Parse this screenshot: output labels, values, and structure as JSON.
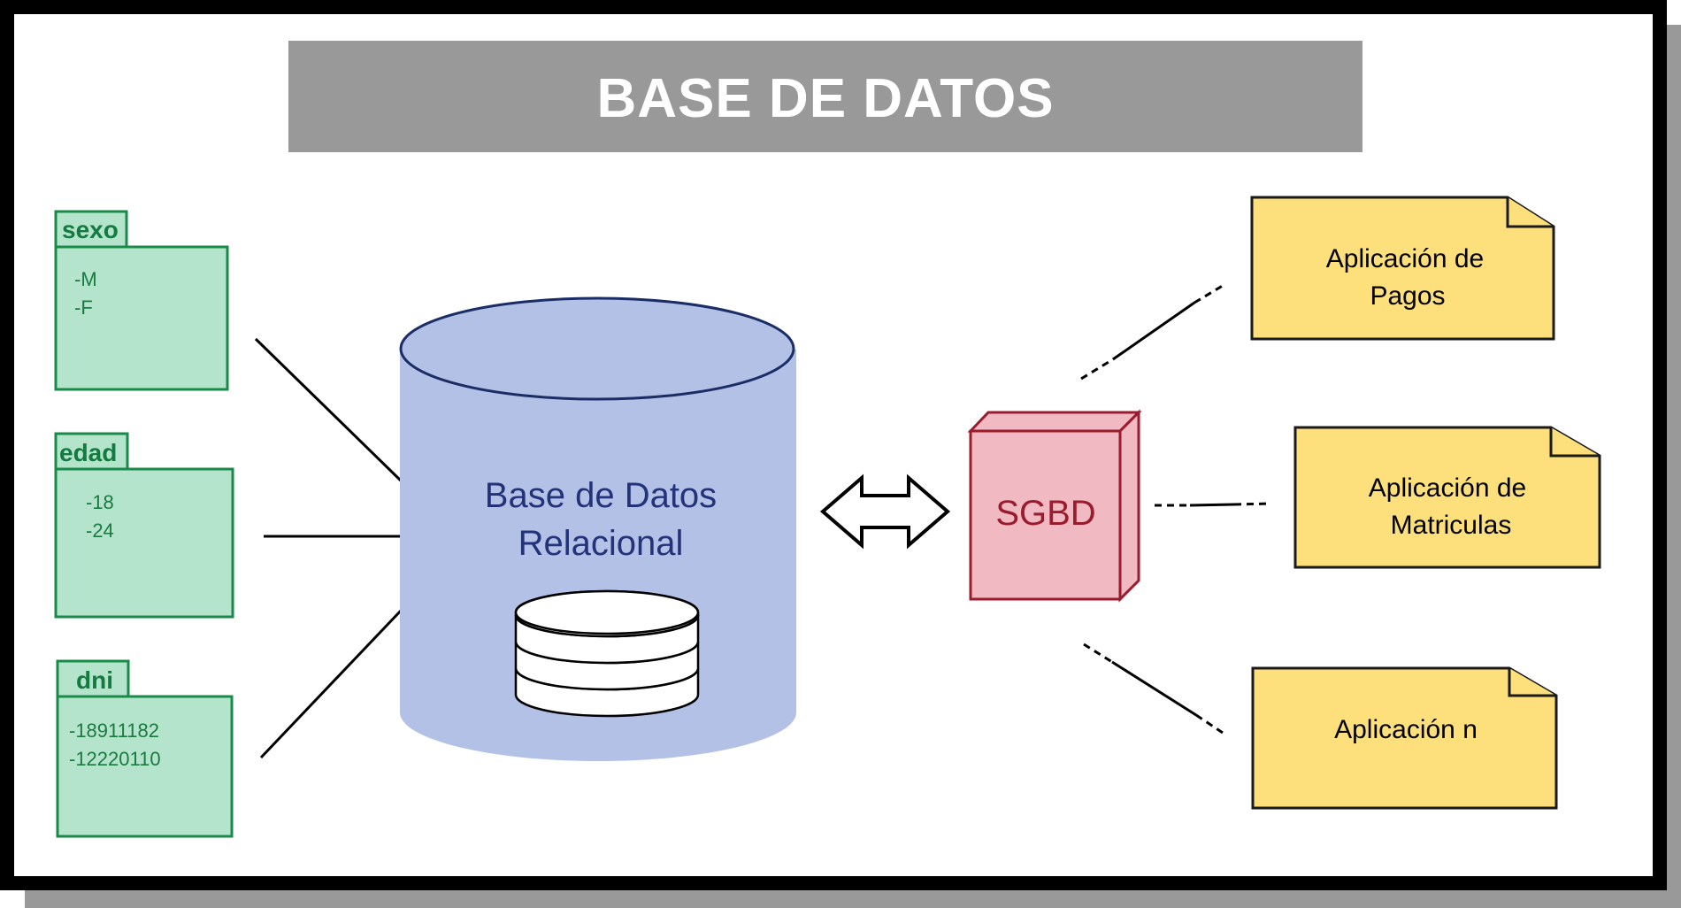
{
  "title": "BASE DE DATOS",
  "entities": [
    {
      "label": "sexo",
      "values": [
        "-M",
        "-F"
      ]
    },
    {
      "label": "edad",
      "values": [
        "-18",
        "-24"
      ]
    },
    {
      "label": "dni",
      "values": [
        "-18911182",
        "-12220110"
      ]
    }
  ],
  "database": {
    "line1": "Base de Datos",
    "line2": "Relacional"
  },
  "sgbd": {
    "label": "SGBD"
  },
  "applications": [
    {
      "line1": "Aplicación de",
      "line2": "Pagos"
    },
    {
      "line1": "Aplicación de",
      "line2": "Matriculas"
    },
    {
      "line1": "Aplicación n",
      "line2": ""
    }
  ],
  "colors": {
    "frame": "#000000",
    "shadow": "#999999",
    "title_bg": "#999999",
    "title_text": "#ffffff",
    "entity_fill": "#b4e5cc",
    "entity_stroke": "#1a8a4a",
    "entity_label": "#157a3f",
    "entity_value": "#1a7a3f",
    "cylinder_fill": "#b3c1e6",
    "cylinder_stroke": "#1b2d66",
    "db_text": "#23337a",
    "sgbd_fill": "#f1b9c1",
    "sgbd_stroke": "#9b1b2e",
    "sgbd_text": "#9b1b2e",
    "app_fill": "#fde07c",
    "app_stroke": "#1a1a1a"
  }
}
